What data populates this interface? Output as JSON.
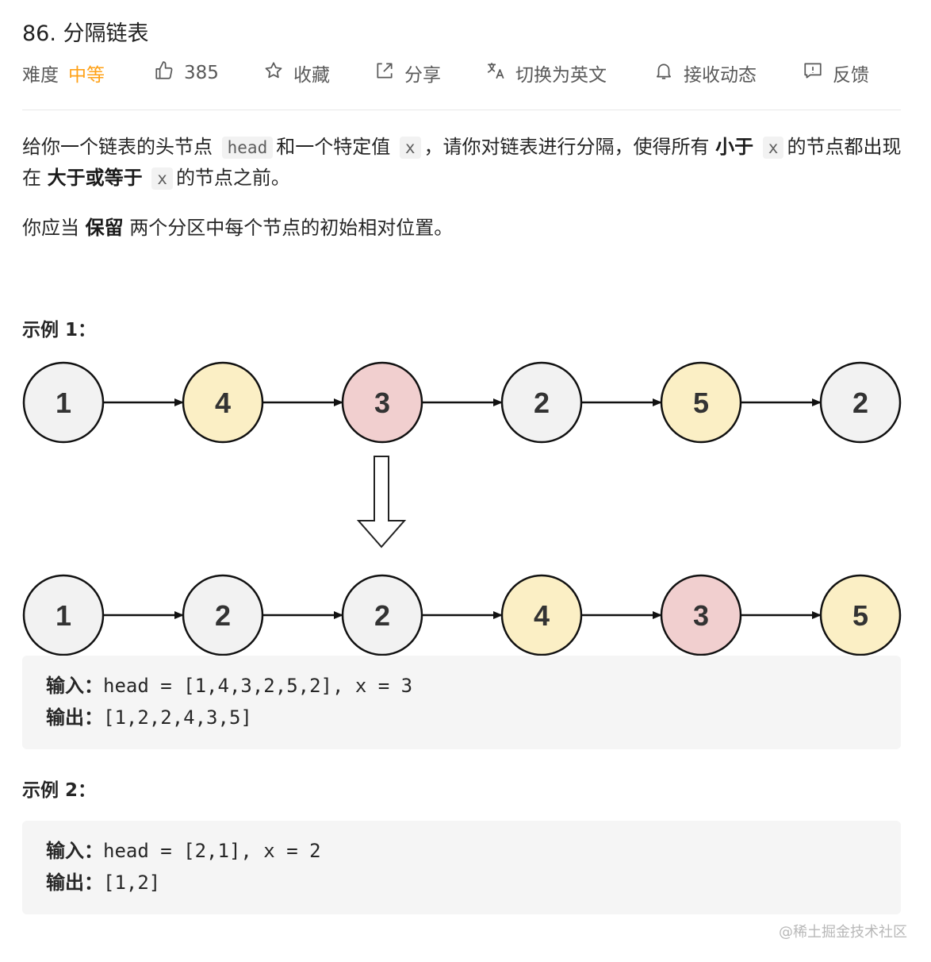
{
  "problem": {
    "title": "86. 分隔链表"
  },
  "meta": {
    "difficulty_label": "难度",
    "difficulty_value": "中等",
    "likes": "385",
    "collect": "收藏",
    "share": "分享",
    "translate": "切换为英文",
    "notify": "接收动态",
    "feedback": "反馈"
  },
  "description": {
    "p1": [
      "给你一个链表的头节点",
      "head",
      "和一个特定值",
      "x",
      "，请你对链表进行分隔，使得所有",
      "小于",
      "x",
      "的节",
      "点都出现在",
      "大于或等于",
      "x",
      "的节点之前。"
    ],
    "p2": [
      "你应当",
      "保留",
      "两个分区中每个节点的初始相对位置。"
    ]
  },
  "example1": {
    "heading": "示例 1：",
    "before": [
      {
        "v": "1",
        "c": "#f2f2f2"
      },
      {
        "v": "4",
        "c": "#fbefc5"
      },
      {
        "v": "3",
        "c": "#f1cfcf"
      },
      {
        "v": "2",
        "c": "#f2f2f2"
      },
      {
        "v": "5",
        "c": "#fbefc5"
      },
      {
        "v": "2",
        "c": "#f2f2f2"
      }
    ],
    "after": [
      {
        "v": "1",
        "c": "#f2f2f2"
      },
      {
        "v": "2",
        "c": "#f2f2f2"
      },
      {
        "v": "2",
        "c": "#f2f2f2"
      },
      {
        "v": "4",
        "c": "#fbefc5"
      },
      {
        "v": "3",
        "c": "#f1cfcf"
      },
      {
        "v": "5",
        "c": "#fbefc5"
      }
    ],
    "input_label": "输入：",
    "input_value": "head = [1,4,3,2,5,2], x = 3",
    "output_label": "输出：",
    "output_value": "[1,2,2,4,3,5]"
  },
  "example2": {
    "heading": "示例 2：",
    "input_label": "输入：",
    "input_value": "head = [2,1], x = 2",
    "output_label": "输出：",
    "output_value": "[1,2]"
  },
  "watermark": "@稀土掘金技术社区"
}
